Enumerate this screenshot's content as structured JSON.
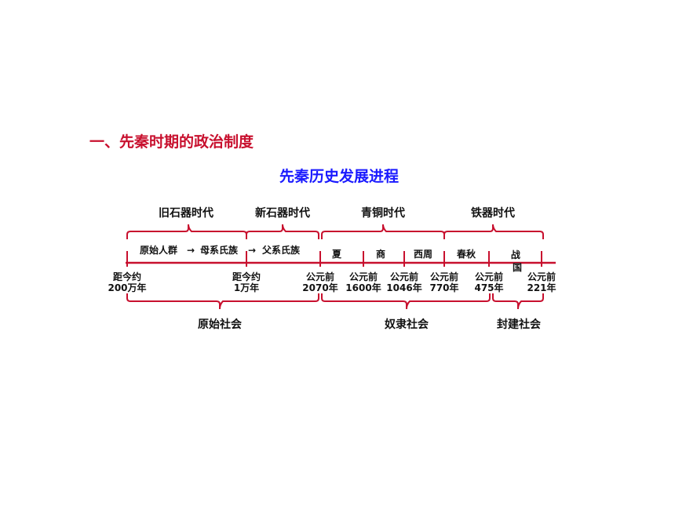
{
  "heading": "一、先秦时期的政治制度",
  "subtitle": "先秦历史发展进程",
  "colors": {
    "heading": "#c8102e",
    "subtitle": "#1a1aff",
    "bracket": "#c8102e",
    "axis": "#c8102e"
  },
  "ages": [
    "旧石器时代",
    "新石器时代",
    "青铜时代",
    "铁器时代"
  ],
  "clans": {
    "first": "原始人群",
    "arrow1": "→",
    "second": "母系氏族",
    "arrow2": "→",
    "third": "父系氏族"
  },
  "dynasties": [
    "夏",
    "商",
    "西周",
    "春秋",
    "战国"
  ],
  "ticks": [
    {
      "line1": "距今约",
      "line2": "200万年"
    },
    {
      "line1": "距今约",
      "line2": "1万年"
    },
    {
      "line1": "公元前",
      "line2": "2070年"
    },
    {
      "line1": "公元前",
      "line2": "1600年"
    },
    {
      "line1": "公元前",
      "line2": "1046年"
    },
    {
      "line1": "公元前",
      "line2": "770年"
    },
    {
      "line1": "公元前",
      "line2": "475年"
    },
    {
      "line1": "公元前",
      "line2": "221年"
    }
  ],
  "societies": [
    "原始社会",
    "奴隶社会",
    "封建社会"
  ]
}
